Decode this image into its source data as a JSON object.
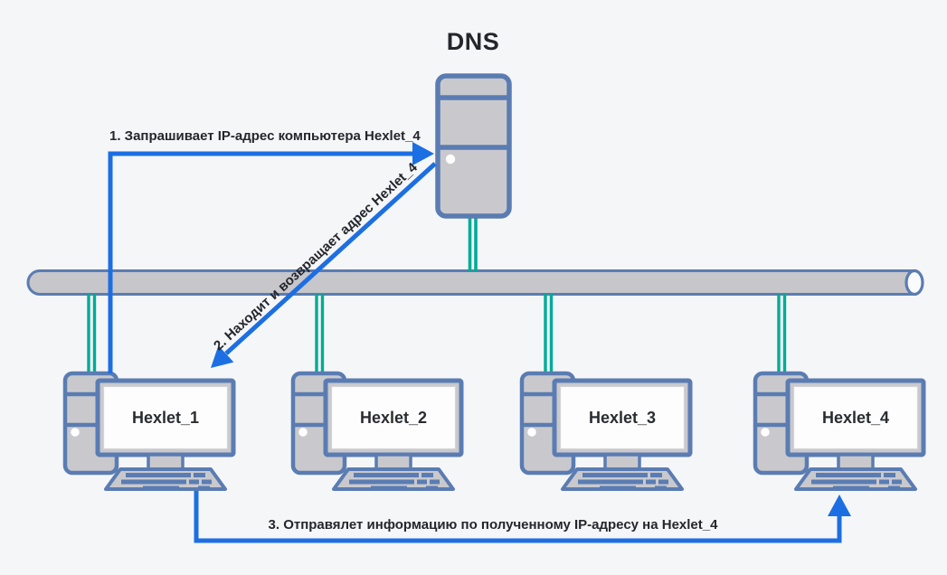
{
  "diagram": {
    "title": "DNS",
    "server": {
      "label": "DNS"
    },
    "computers": [
      {
        "label": "Hexlet_1"
      },
      {
        "label": "Hexlet_2"
      },
      {
        "label": "Hexlet_3"
      },
      {
        "label": "Hexlet_4"
      }
    ],
    "steps": [
      {
        "label": "1. Запрашивает IP-адрес компьютера Hexlet_4"
      },
      {
        "label": "2. Находит и возвращает адрес Hexlet_4"
      },
      {
        "label": "3. Отправялет информацию по полученному IP-адресу на Hexlet_4"
      }
    ],
    "colors": {
      "background": "#f5f6f8",
      "device_fill": "#c9c9cd",
      "device_border": "#5a7cb2",
      "pipe_fill": "#c6c6cb",
      "cable_green": "#00ac96",
      "arrow_blue": "#1c6fe2",
      "screen": "#fdfdfd",
      "text": "#24262c"
    }
  }
}
